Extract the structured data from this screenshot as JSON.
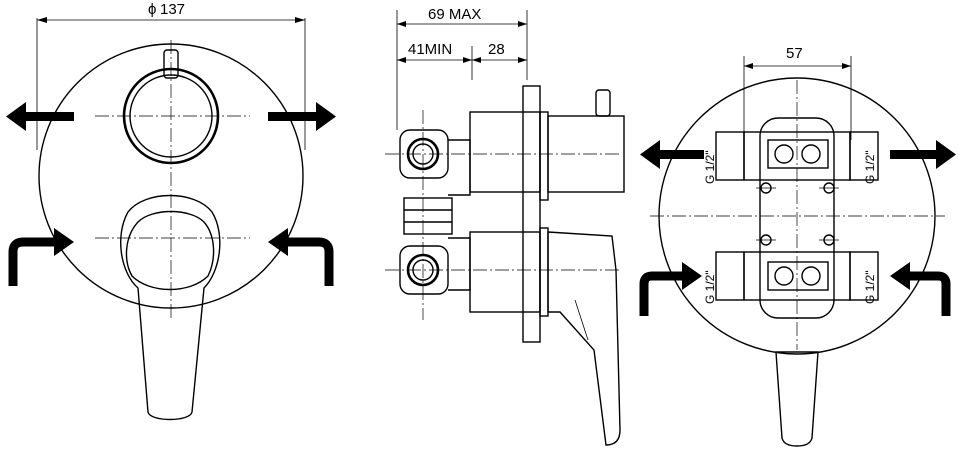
{
  "dimensions": {
    "diameter": "137",
    "max_depth": "69 MAX",
    "min_depth": "41MIN",
    "depth_extra": "28",
    "port_spacing": "57"
  },
  "thread_label": "G 1/2\"",
  "colors": {
    "line": "#000000",
    "background": "#ffffff"
  },
  "views": [
    "front-view",
    "side-view",
    "rear-view"
  ]
}
